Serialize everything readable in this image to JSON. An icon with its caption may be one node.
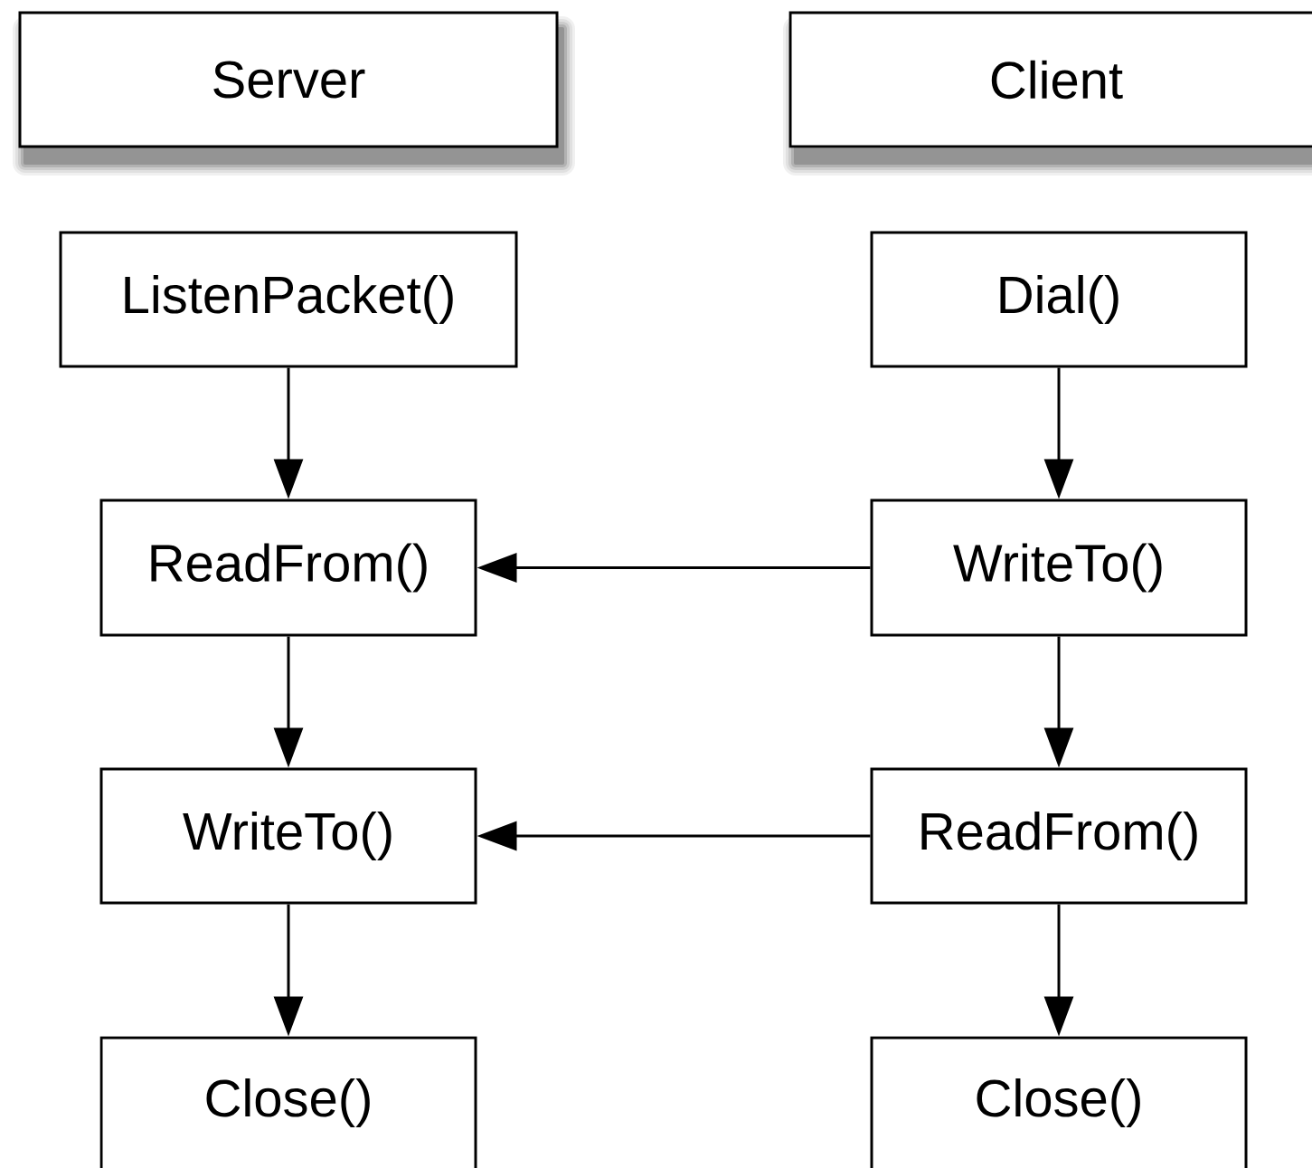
{
  "diagram": {
    "nodes": [
      {
        "text": [
          "Server"
        ]
      },
      {
        "text": [
          "Client"
        ]
      },
      {
        "text": [
          "ListenPacket()"
        ]
      },
      {
        "text": [
          "Dial()"
        ]
      },
      {
        "text": [
          "ReadFrom()"
        ]
      },
      {
        "text": [
          "WriteTo()"
        ]
      },
      {
        "text": [
          "WriteTo()"
        ]
      },
      {
        "text": [
          "ReadFrom()"
        ]
      },
      {
        "text": [
          "Close()"
        ]
      },
      {
        "text": [
          "Close()"
        ]
      }
    ],
    "edges": [
      {
        "from": 2,
        "to": 4,
        "arrow": "to"
      },
      {
        "from": 4,
        "to": 6,
        "arrow": "to"
      },
      {
        "from": 6,
        "to": 8,
        "arrow": "to"
      },
      {
        "from": 3,
        "to": 5,
        "arrow": "to"
      },
      {
        "from": 5,
        "to": 7,
        "arrow": "to"
      },
      {
        "from": 7,
        "to": 9,
        "arrow": "to"
      },
      {
        "from": 5,
        "to": 4,
        "arrow": "to"
      },
      {
        "from": 7,
        "to": 6,
        "arrow": "to"
      }
    ]
  }
}
